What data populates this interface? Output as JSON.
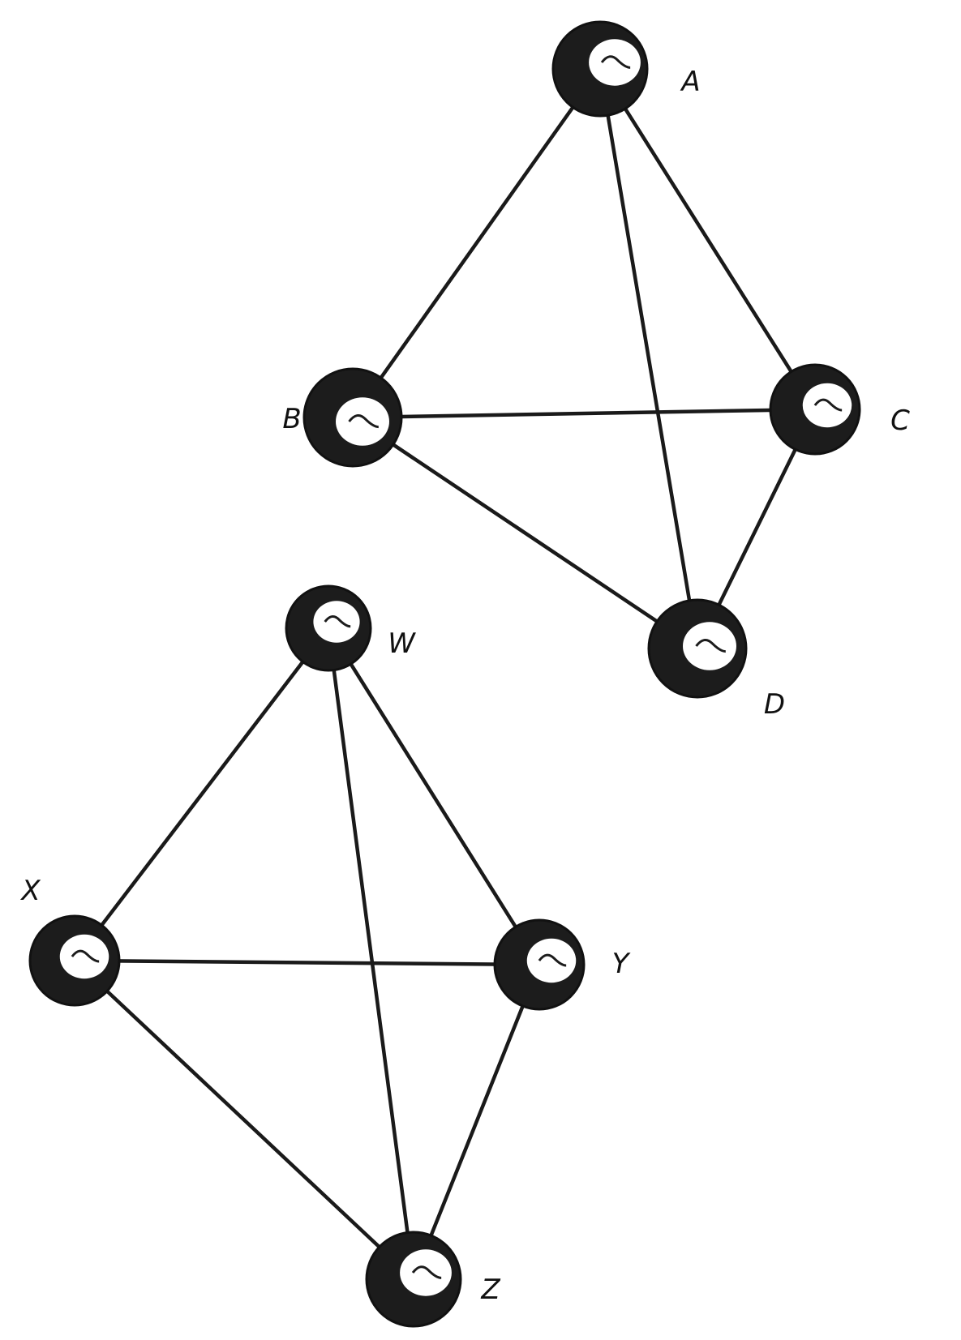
{
  "molecules": [
    {
      "vertices": [
        {
          "id": "A",
          "label": "A"
        },
        {
          "id": "B",
          "label": "B"
        },
        {
          "id": "C",
          "label": "C"
        },
        {
          "id": "D",
          "label": "D"
        }
      ],
      "edges": [
        [
          "A",
          "B"
        ],
        [
          "A",
          "C"
        ],
        [
          "A",
          "D"
        ],
        [
          "B",
          "C"
        ],
        [
          "B",
          "D"
        ],
        [
          "C",
          "D"
        ]
      ]
    },
    {
      "vertices": [
        {
          "id": "W",
          "label": "W"
        },
        {
          "id": "X",
          "label": "X"
        },
        {
          "id": "Y",
          "label": "Y"
        },
        {
          "id": "Z",
          "label": "Z"
        }
      ],
      "edges": [
        [
          "W",
          "X"
        ],
        [
          "W",
          "Y"
        ],
        [
          "W",
          "Z"
        ],
        [
          "X",
          "Y"
        ],
        [
          "X",
          "Z"
        ],
        [
          "Y",
          "Z"
        ]
      ]
    }
  ],
  "colors": {
    "line": "#1a1a1a",
    "ball": "#1c1c1c",
    "highlight": "#ffffff"
  }
}
